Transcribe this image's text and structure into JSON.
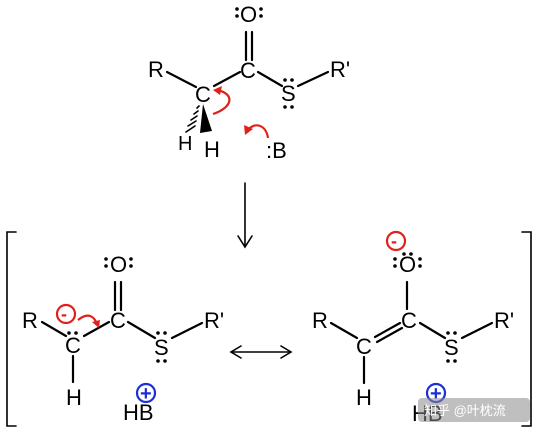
{
  "colors": {
    "electron_arrow": "#e0201a",
    "negative_charge": "#e0201a",
    "positive_charge": "#1a2fd6",
    "bonds": "#000000"
  },
  "top": {
    "R": "R",
    "C_alpha": "C",
    "C_carbonyl": "C",
    "O": "O",
    "S": "S",
    "R_prime": "R'",
    "H_left": "H",
    "H_right": "H",
    "base": ":B"
  },
  "left": {
    "R": "R",
    "C_alpha": "C",
    "C_carbonyl": "C",
    "O": "O",
    "S": "S",
    "R_prime": "R'",
    "H": "H",
    "charge": "-",
    "plus": "+",
    "HB": "HB"
  },
  "right": {
    "R": "R",
    "C_alpha": "C",
    "C_carbonyl": "C",
    "O": "O",
    "S": "S",
    "R_prime": "R'",
    "H": "H",
    "charge": "-",
    "plus": "+",
    "HB": "HB"
  },
  "watermark": "知乎 @叶枕流"
}
